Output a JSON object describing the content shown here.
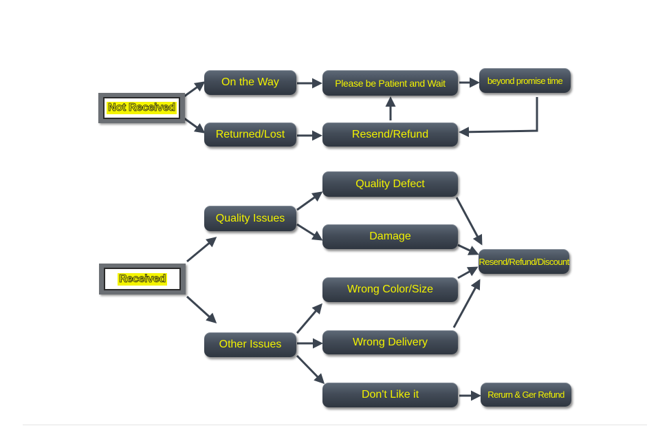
{
  "roots": {
    "not_received": "Not Received",
    "received": "Received"
  },
  "nodes": {
    "on_the_way": "On the Way",
    "returned_lost": "Returned/Lost",
    "please_wait": "Please be Patient and Wait",
    "resend_refund": "Resend/Refund",
    "beyond_promise": "beyond promise time",
    "quality_issues": "Quality Issues",
    "other_issues": "Other Issues",
    "quality_defect": "Quality Defect",
    "damage": "Damage",
    "wrong_color_size": "Wrong Color/Size",
    "wrong_delivery": "Wrong Delivery",
    "dont_like": "Don't Like it",
    "resend_refund_discount": "Resend/Refund/Discount",
    "return_get_refund": "Rerurn & Ger Refund"
  },
  "colors": {
    "node_text": "#f2f200",
    "node_fill": "#434c58",
    "arrow": "#3b4450",
    "root_frame": "#6b6f74"
  }
}
